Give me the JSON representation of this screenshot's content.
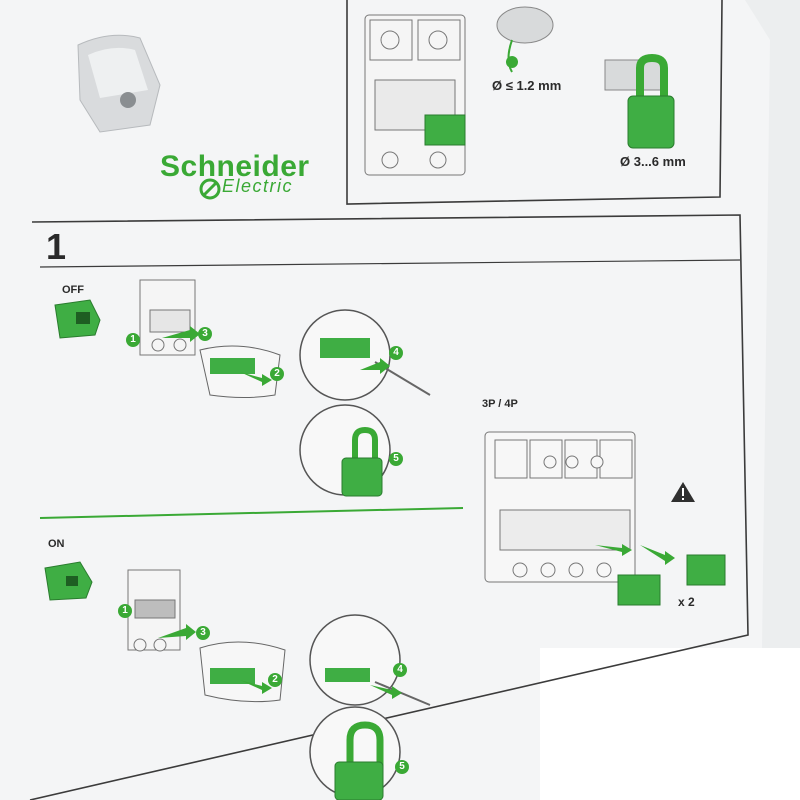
{
  "brand": {
    "name": "Schneider",
    "sub": "Electric",
    "color": "#3aa935"
  },
  "top_panel": {
    "wire_spec": "Ø ≤ 1.2 mm",
    "padlock_spec": "Ø 3...6 mm"
  },
  "step": {
    "number": "1",
    "off_label": "OFF",
    "on_label": "ON",
    "multi_pole_label": "3P / 4P",
    "multiplier": "x 2",
    "off_callouts": [
      "1",
      "2",
      "3",
      "4",
      "5"
    ],
    "on_callouts": [
      "1",
      "2",
      "3",
      "4",
      "5"
    ]
  },
  "icons": [
    "warning-icon",
    "padlock-icon",
    "lock-off-device-icon",
    "circuit-breaker-icon",
    "hand-icon",
    "arrow-icon"
  ]
}
